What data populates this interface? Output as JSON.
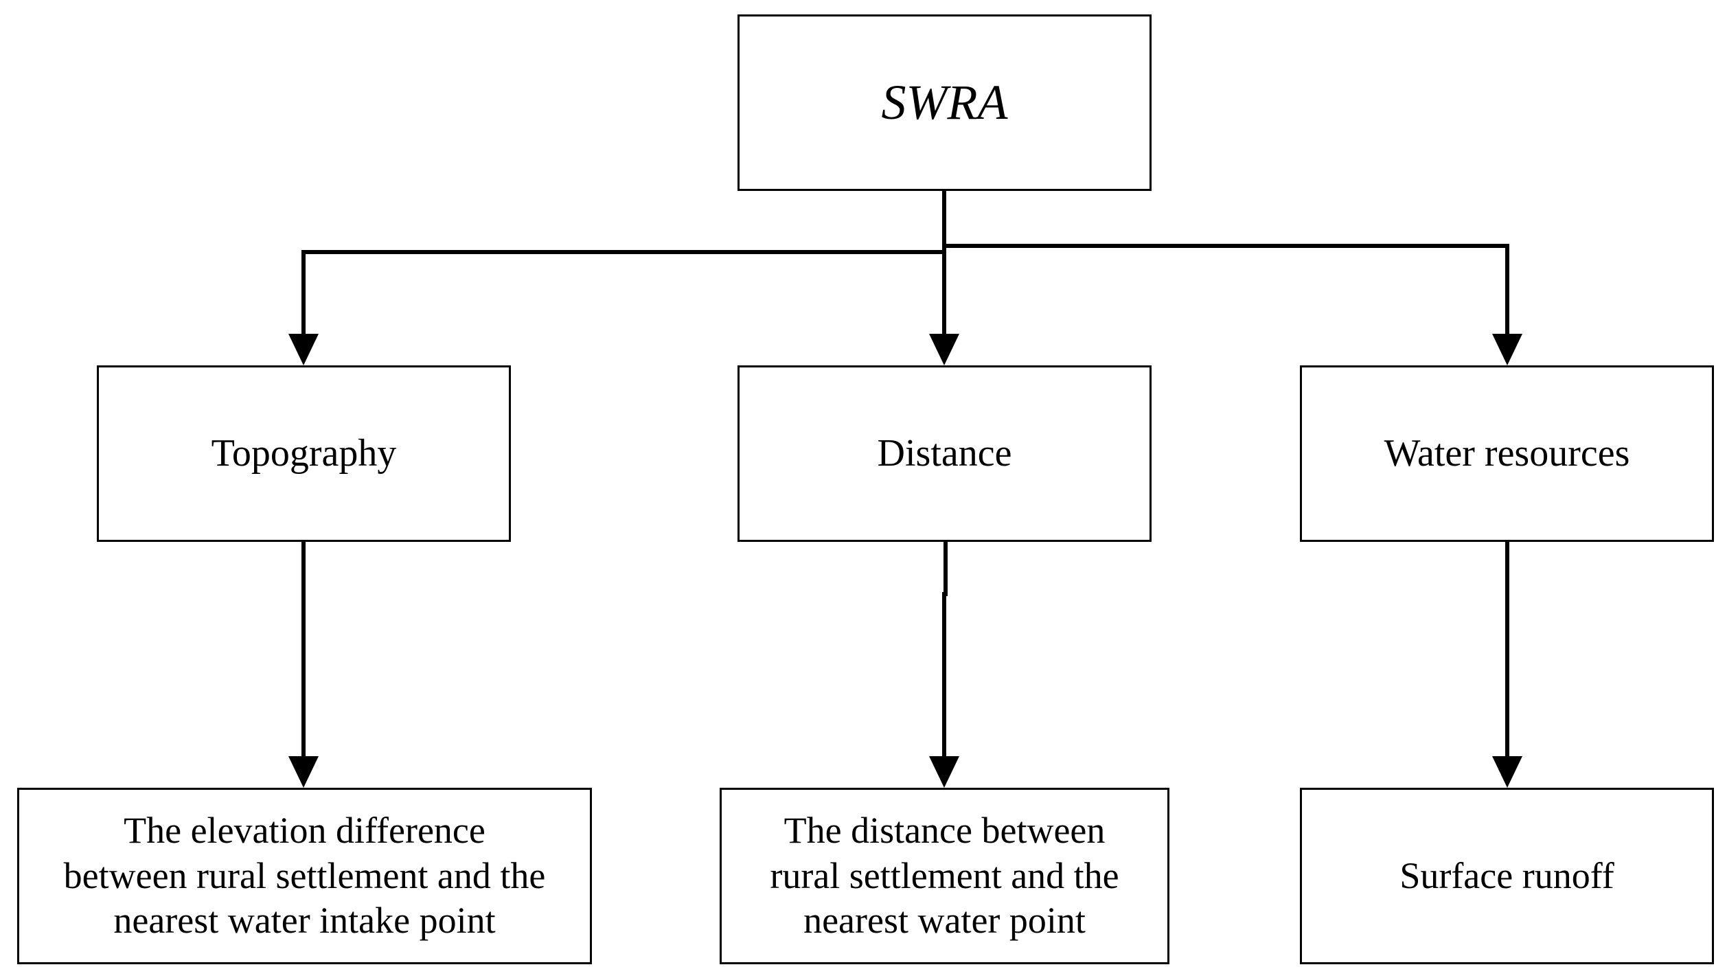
{
  "diagram": {
    "root": {
      "label": "SWRA"
    },
    "criteria": [
      {
        "label": "Topography"
      },
      {
        "label": "Distance"
      },
      {
        "label": "Water resources"
      }
    ],
    "indicators": [
      {
        "label": "The elevation difference\nbetween rural settlement and the\nnearest water intake point"
      },
      {
        "label": "The distance between\nrural settlement and the\nnearest water point"
      },
      {
        "label": "Surface runoff"
      }
    ]
  }
}
